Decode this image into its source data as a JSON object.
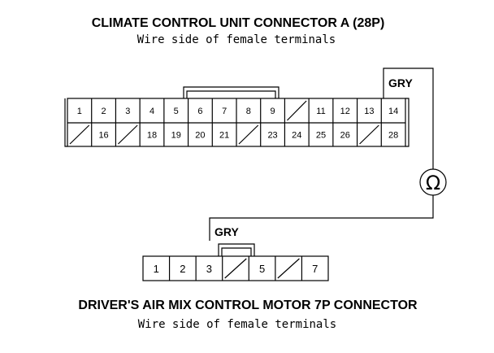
{
  "connector_a": {
    "title": "CLIMATE CONTROL UNIT CONNECTOR A (28P)",
    "subtitle": "Wire side of female terminals",
    "top_row": [
      "1",
      "2",
      "3",
      "4",
      "5",
      "6",
      "7",
      "8",
      "9",
      "",
      "11",
      "12",
      "13",
      "14"
    ],
    "bottom_row": [
      "",
      "16",
      "",
      "18",
      "19",
      "20",
      "21",
      "",
      "23",
      "24",
      "25",
      "26",
      "",
      "28"
    ]
  },
  "connector_b": {
    "title": "DRIVER'S AIR MIX CONTROL MOTOR 7P CONNECTOR",
    "subtitle": "Wire side of female terminals",
    "pins": [
      "1",
      "2",
      "3",
      "",
      "5",
      "",
      "7"
    ]
  },
  "wire": {
    "label_top": "GRY",
    "label_bottom": "GRY"
  },
  "meter": {
    "symbol": "Ω",
    "icon": "ohmmeter-icon"
  }
}
